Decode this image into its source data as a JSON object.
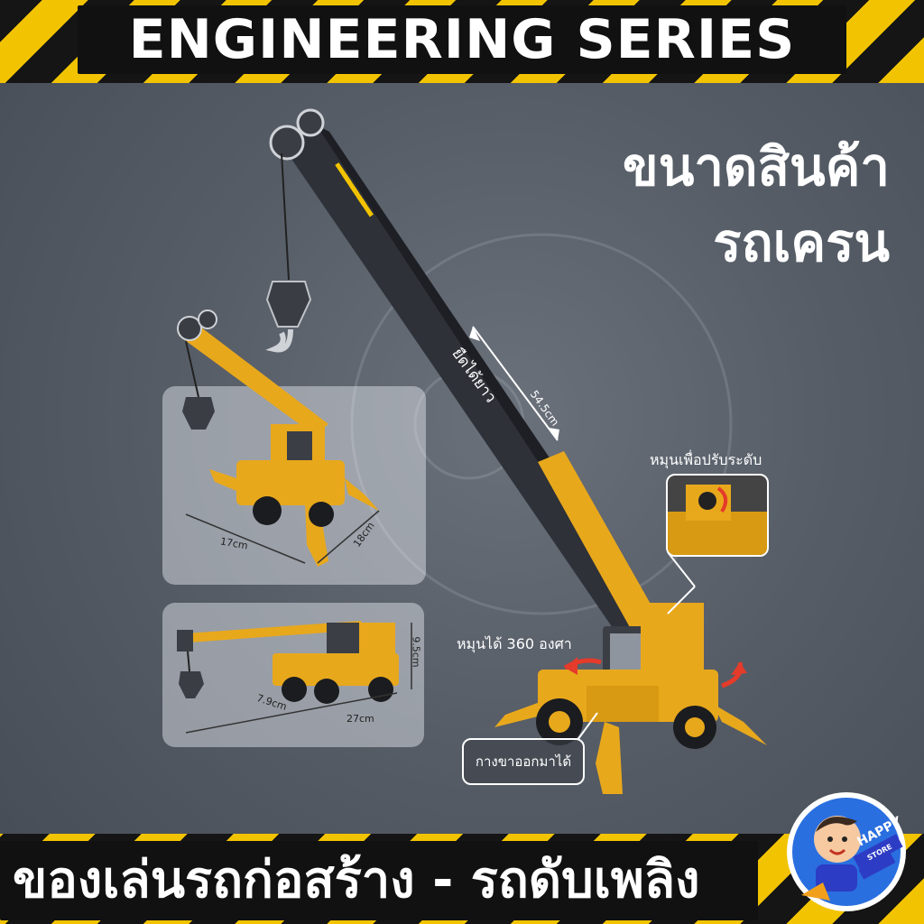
{
  "header": {
    "title": "ENGINEERING SERIES"
  },
  "headline": {
    "line1": "ขนาดสินค้า",
    "line2": "รถเครน"
  },
  "annotations": {
    "extend_label": "ยืดได้ยาว",
    "extend_length": "54.5cm",
    "rotate_adjust": "หมุนเพื่อปรับระดับ",
    "rotate_360": "หมุนได้ 360 องศา",
    "legs_out": "กางขาออกมาได้"
  },
  "dims_top": {
    "width": "17cm",
    "depth": "18cm"
  },
  "dims_bottom": {
    "height": "9.5cm",
    "depth": "7.9cm",
    "length": "27cm"
  },
  "footer": {
    "text": "ของเล่นรถก่อสร้าง - รถดับเพลิง"
  },
  "logo": {
    "line1": "HAPPY",
    "line2": "STORE"
  },
  "colors": {
    "yellow": "#f2c300",
    "black": "#151515",
    "background": "#565d67",
    "crane": "#e8a81c"
  }
}
